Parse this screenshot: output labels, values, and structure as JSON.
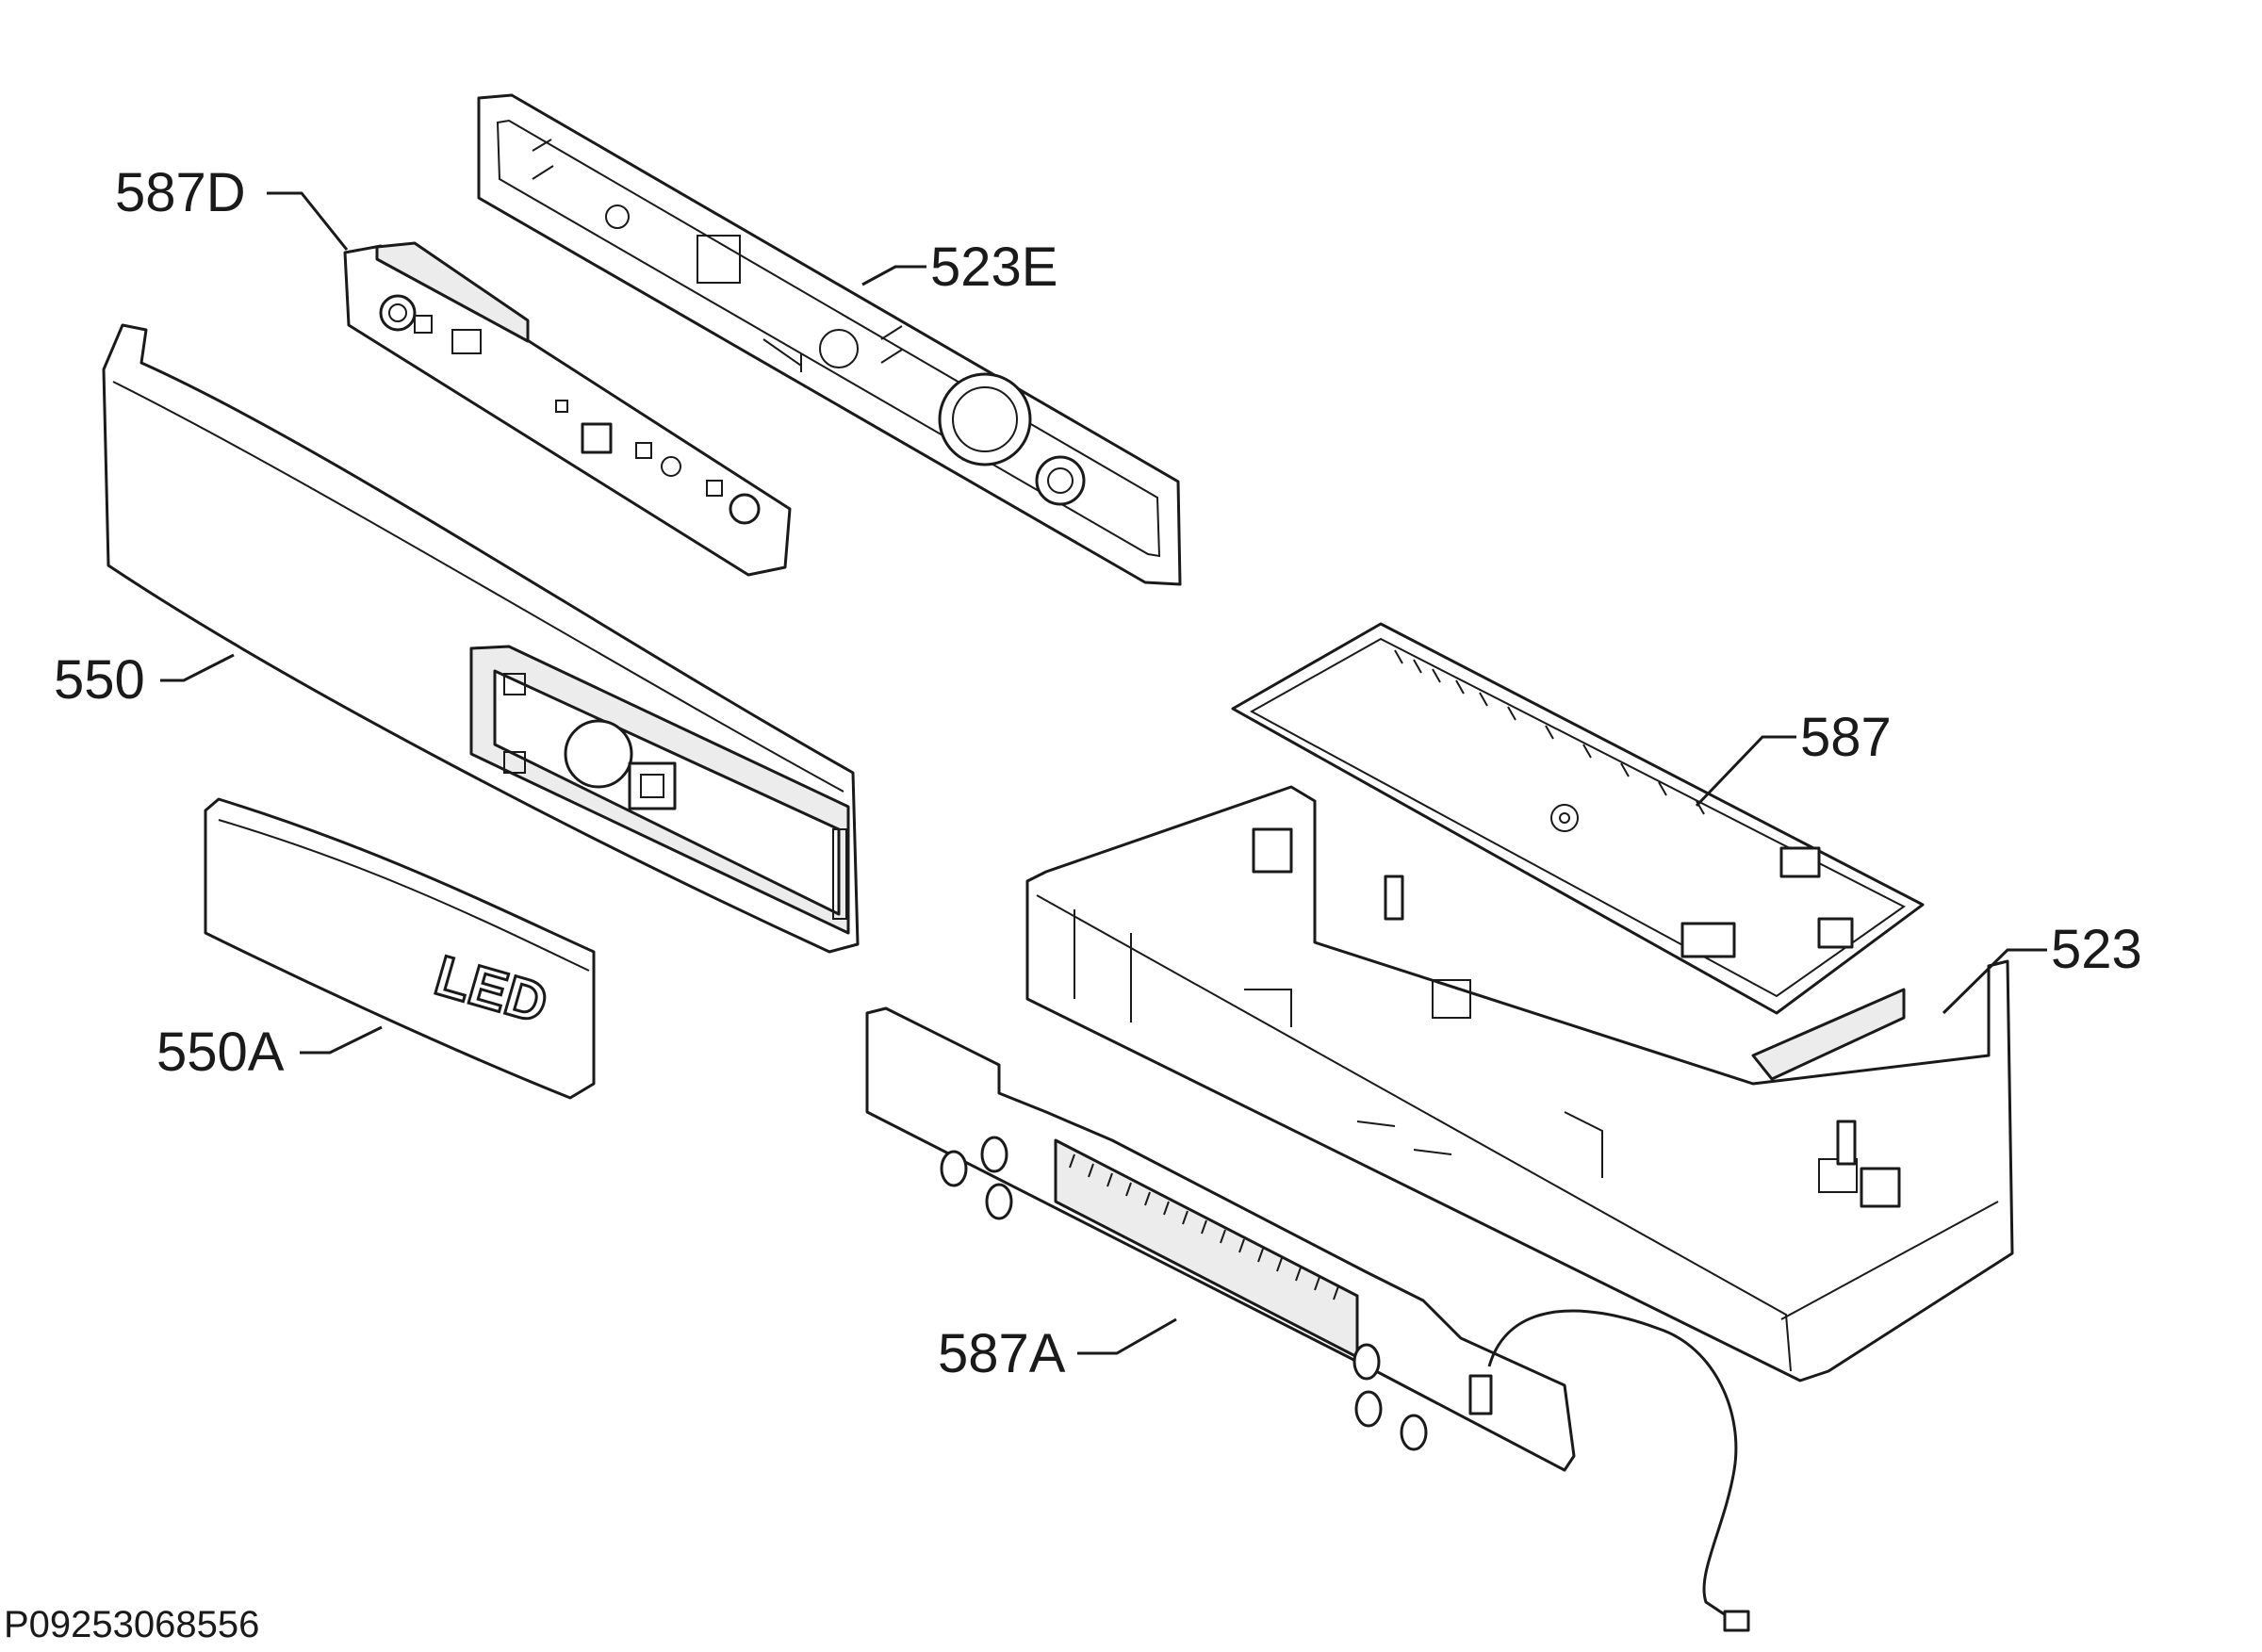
{
  "callouts": [
    {
      "id": "587D",
      "text": "587D"
    },
    {
      "id": "523E",
      "text": "523E"
    },
    {
      "id": "550",
      "text": "550"
    },
    {
      "id": "550A",
      "text": "550A"
    },
    {
      "id": "587",
      "text": "587"
    },
    {
      "id": "523",
      "text": "523"
    },
    {
      "id": "587A",
      "text": "587A"
    }
  ],
  "embossed_text": "LED",
  "drawing_code": "P09253068556"
}
